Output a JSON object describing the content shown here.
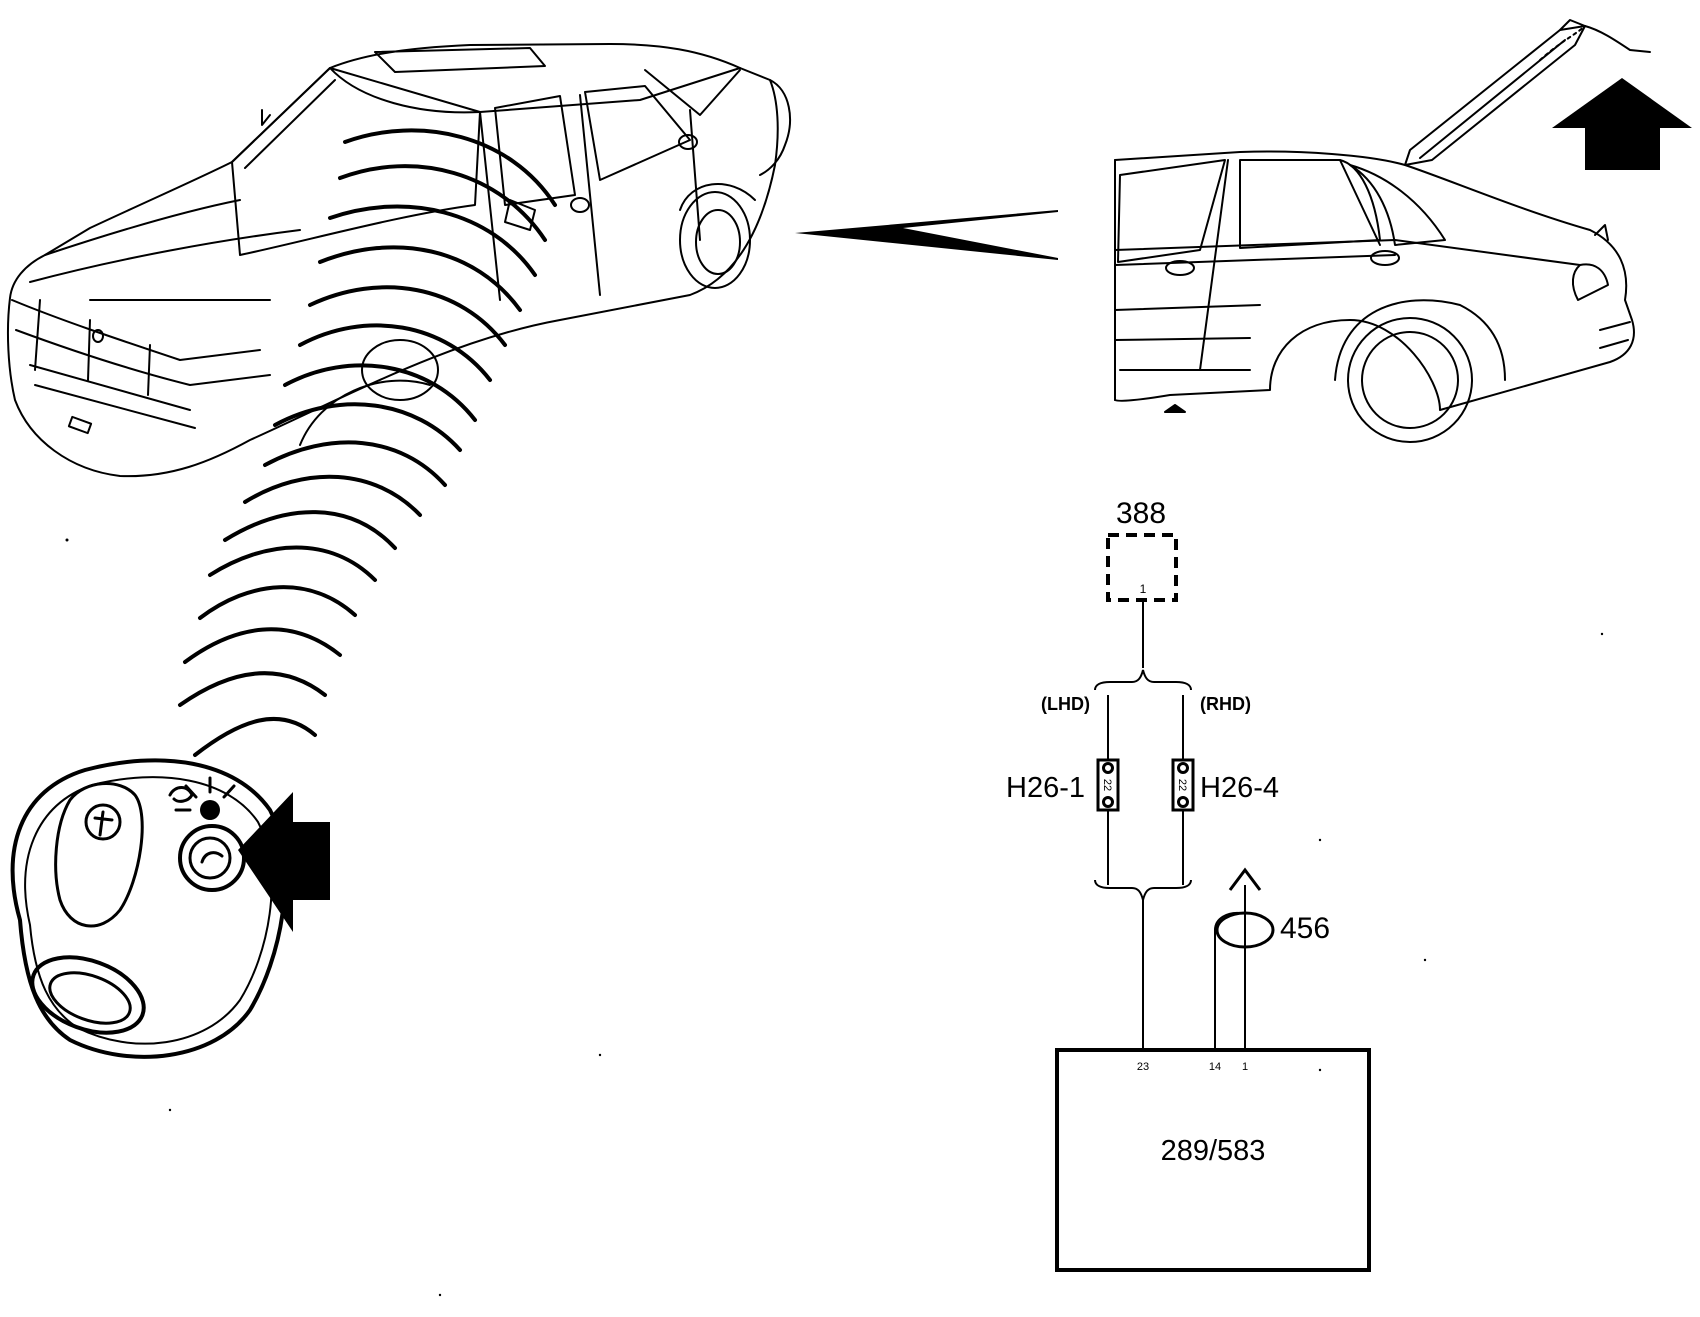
{
  "diagram": {
    "components": {
      "module_388": {
        "id": "388",
        "pin": "1"
      },
      "control_unit": {
        "id": "289/583",
        "pins": [
          "23",
          "14",
          "1"
        ]
      },
      "connector_lhd": {
        "id": "H26-1",
        "pin": "22",
        "variant": "(LHD)"
      },
      "connector_rhd": {
        "id": "H26-4",
        "pin": "22",
        "variant": "(RHD)"
      },
      "signal_456": {
        "id": "456"
      }
    }
  },
  "colors": {
    "ink": "#000000",
    "paper": "#ffffff"
  },
  "icons": [
    "car-front-view-illustration",
    "car-rear-tailgate-illustration",
    "remote-key-fob-illustration",
    "arrow-up-icon",
    "arrow-left-icon",
    "radio-waves-icon"
  ]
}
